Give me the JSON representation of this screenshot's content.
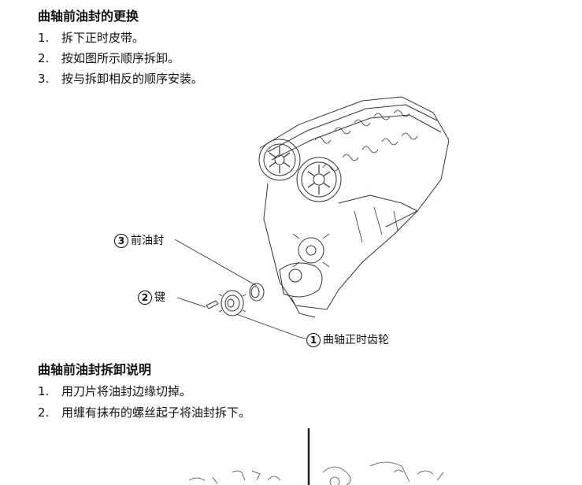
{
  "section1": {
    "title": "曲轴前油封的更换",
    "steps": [
      {
        "num": "1.",
        "text": "拆下正时皮带。"
      },
      {
        "num": "2.",
        "text": "按如图所示顺序拆卸。"
      },
      {
        "num": "3.",
        "text": "按与拆卸相反的顺序安装。"
      }
    ]
  },
  "figure1": {
    "callouts": [
      {
        "num": "3",
        "label": "前油封"
      },
      {
        "num": "2",
        "label": "键"
      },
      {
        "num": "1",
        "label": "曲轴正时齿轮"
      }
    ]
  },
  "section2": {
    "title": "曲轴前油封拆卸说明",
    "steps": [
      {
        "num": "1.",
        "text": "用刀片将油封边缘切掉。"
      },
      {
        "num": "2.",
        "text": "用缠有抹布的螺丝起子将油封拆下。"
      }
    ]
  }
}
